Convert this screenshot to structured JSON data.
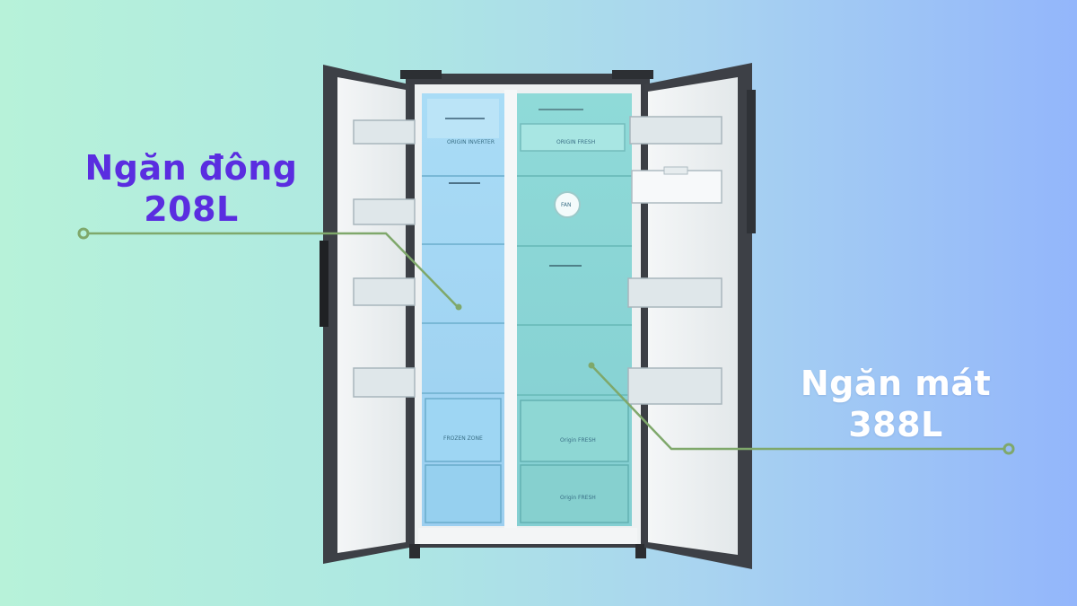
{
  "freezer": {
    "name": "Ngăn đông",
    "capacity": "208L"
  },
  "fridge": {
    "name": "Ngăn mát",
    "capacity": "388L"
  },
  "interior_labels": {
    "freezer_top": "ORIGIN INVERTER",
    "fridge_top": "ORIGIN FRESH",
    "dial": "FAN",
    "freezer_drawer": "FROZEN ZONE",
    "fridge_drawer_1": "Origin FRESH",
    "fridge_drawer_2": "Origin FRESH"
  },
  "colors": {
    "freezer_label": "#5a2de0",
    "fridge_label": "#ffffff",
    "callout_line": "#7fa86b",
    "fridge_body": "#3b3e44"
  }
}
